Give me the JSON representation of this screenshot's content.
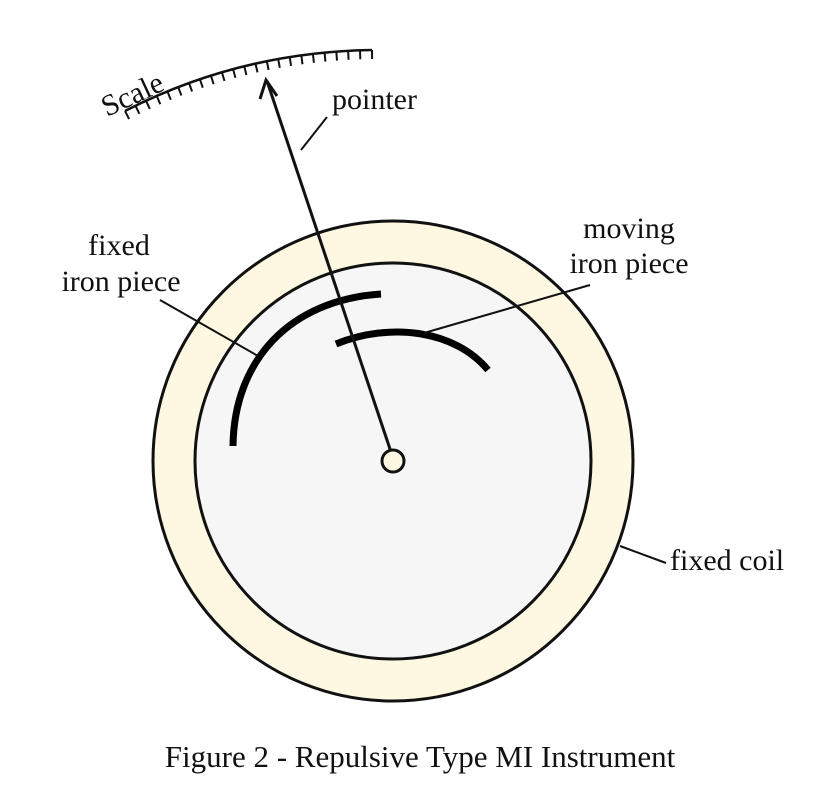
{
  "labels": {
    "scale": "Scale",
    "pointer": "pointer",
    "fixed_iron_line1": "fixed",
    "fixed_iron_line2": "iron piece",
    "moving_iron_line1": "moving",
    "moving_iron_line2": "iron piece",
    "fixed_coil": "fixed coil"
  },
  "caption": "Figure 2 - Repulsive Type MI Instrument",
  "colors": {
    "coil_fill": "#fef8e2",
    "inner_fill": "#f6f6f6",
    "pivot_fill": "#fef8e2",
    "stroke": "#111111"
  }
}
